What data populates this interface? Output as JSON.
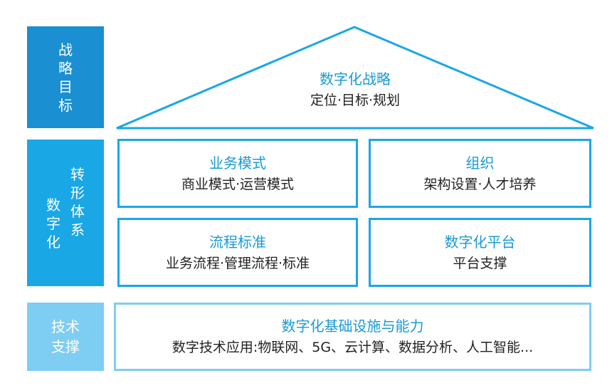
{
  "side_labels": {
    "strategy": "战略目标",
    "transform_left": "数字化",
    "transform_right": "转形体系",
    "support": "技术支撑"
  },
  "roof": {
    "title": "数字化战略",
    "subtitle": "定位·目标·规划"
  },
  "boxes": {
    "business_model": {
      "title": "业务模式",
      "subtitle": "商业模式·运营模式"
    },
    "organization": {
      "title": "组织",
      "subtitle": "架构设置·人才培养"
    },
    "process_standard": {
      "title": "流程标准",
      "subtitle": "业务流程·管理流程·标准"
    },
    "digital_platform": {
      "title": "数字化平台",
      "subtitle": "平台支撑"
    },
    "infrastructure": {
      "title": "数字化基础设施与能力",
      "subtitle": "数字技术应用:物联网、5G、云计算、数据分析、人工智能..."
    }
  },
  "colors": {
    "dark_blue": "#1a8fd1",
    "blue": "#1aa7e6",
    "light_blue": "#7ecdf2",
    "title_text": "#1a9ad6"
  }
}
